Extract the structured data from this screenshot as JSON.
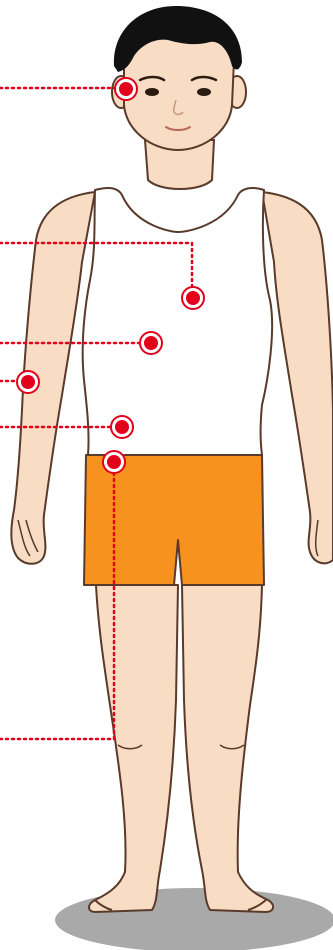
{
  "colors": {
    "skin": "#f8dcc4",
    "skin_shade": "#e9c0a2",
    "outline": "#5a3a2a",
    "hair": "#111111",
    "tank_top": "#ffffff",
    "shorts": "#f7921e",
    "shadow": "#a9a9a9",
    "marker": "#e3001b",
    "leader_line": "#e3001b"
  },
  "figure": {
    "description_icon": "standing-man-figure-icon"
  },
  "markers": [
    {
      "id": "face",
      "target": "cheek"
    },
    {
      "id": "chest",
      "target": "left-chest"
    },
    {
      "id": "abdomen",
      "target": "upper-abdomen"
    },
    {
      "id": "forearm",
      "target": "right-forearm"
    },
    {
      "id": "waist",
      "target": "lower-abdomen"
    },
    {
      "id": "hip",
      "target": "groin"
    }
  ]
}
